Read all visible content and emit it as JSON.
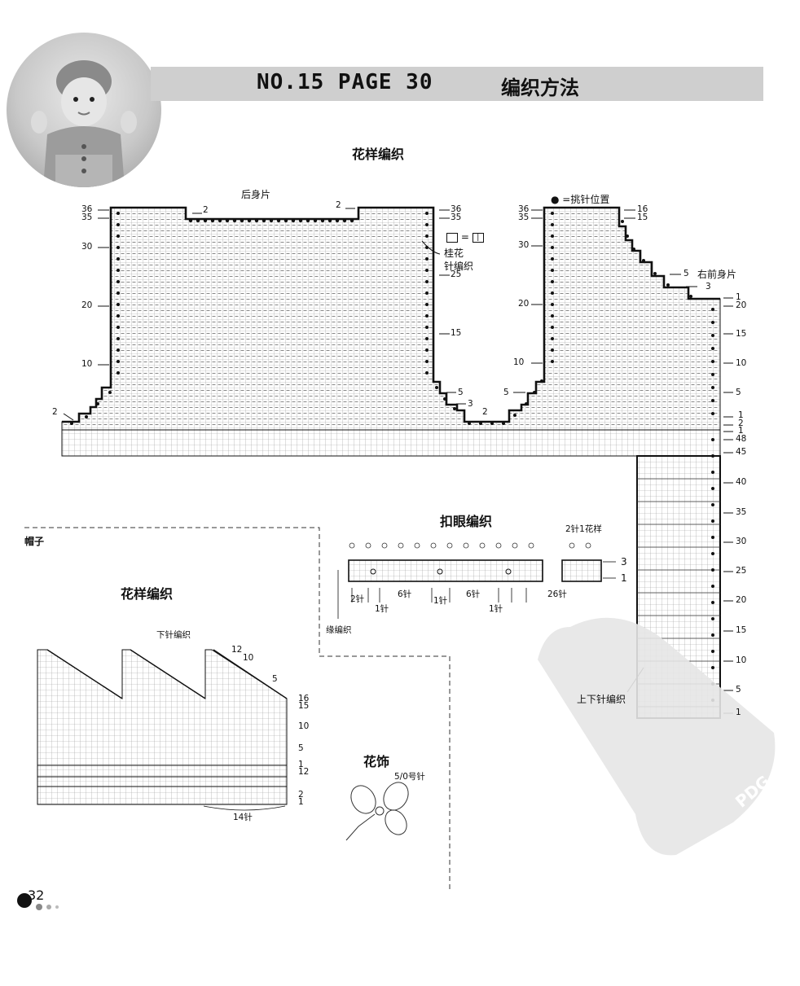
{
  "header": {
    "number": "NO.15  PAGE 30",
    "title": "编织方法"
  },
  "pattern_section": {
    "title": "花样编织",
    "back_label": "后身片",
    "right_front_label": "右前身片",
    "pickup_legend": "● =挑针位置",
    "symbol_legend": "=",
    "seed_stitch_label_1": "桂花",
    "seed_stitch_label_2": "针编织",
    "knit_purl_label": "上下针编织"
  },
  "back_piece": {
    "left_rows": [
      "36",
      "35",
      "30",
      "20",
      "10",
      "2"
    ],
    "top_marks": [
      "2",
      "2"
    ],
    "right_rows": [
      "36",
      "35",
      "25",
      "15",
      "5",
      "3",
      "2"
    ]
  },
  "front_piece": {
    "left_rows": [
      "36",
      "35",
      "30",
      "20",
      "10",
      "5"
    ],
    "neck_rows": [
      "16",
      "15",
      "5",
      "3",
      "1"
    ],
    "right_rows": [
      "20",
      "15",
      "10",
      "5",
      "1",
      "2",
      "1",
      "48",
      "45",
      "40",
      "35",
      "30",
      "25",
      "20",
      "15",
      "10",
      "5",
      "1"
    ]
  },
  "buttonhole_section": {
    "title": "扣眼编织",
    "pattern_label": "2针1花样",
    "row_labels": [
      "3",
      "1"
    ],
    "stitch_counts": [
      "2针",
      "1针",
      "6针",
      "1针",
      "6针",
      "1针",
      "26针"
    ],
    "edge_label": "缘编织"
  },
  "hood_section": {
    "label": "帽子",
    "title": "花样编织",
    "knit_label": "下针编织",
    "row_labels": [
      "12",
      "10",
      "5",
      "16",
      "15",
      "10",
      "5",
      "1",
      "12",
      "2",
      "1"
    ],
    "stitch_count": "14针"
  },
  "flower_section": {
    "title": "花饰",
    "hook_label": "5/0号针"
  },
  "watermark": "PDG",
  "page_number": "32"
}
